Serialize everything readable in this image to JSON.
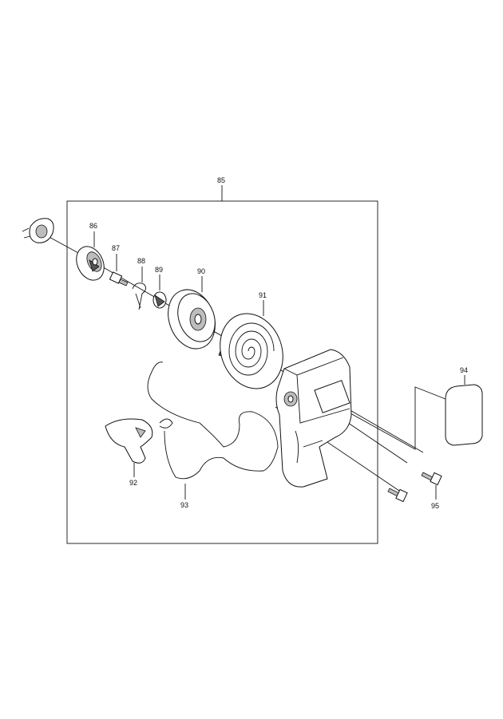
{
  "labels": {
    "assembly": "85",
    "pulley_cover": "86",
    "screw_small": "87",
    "spring_clip": "88",
    "ratchet": "89",
    "rope_pulley": "90",
    "recoil_spring": "91",
    "grip": "92",
    "starter_rope": "93",
    "plate": "94",
    "bolt": "95"
  }
}
